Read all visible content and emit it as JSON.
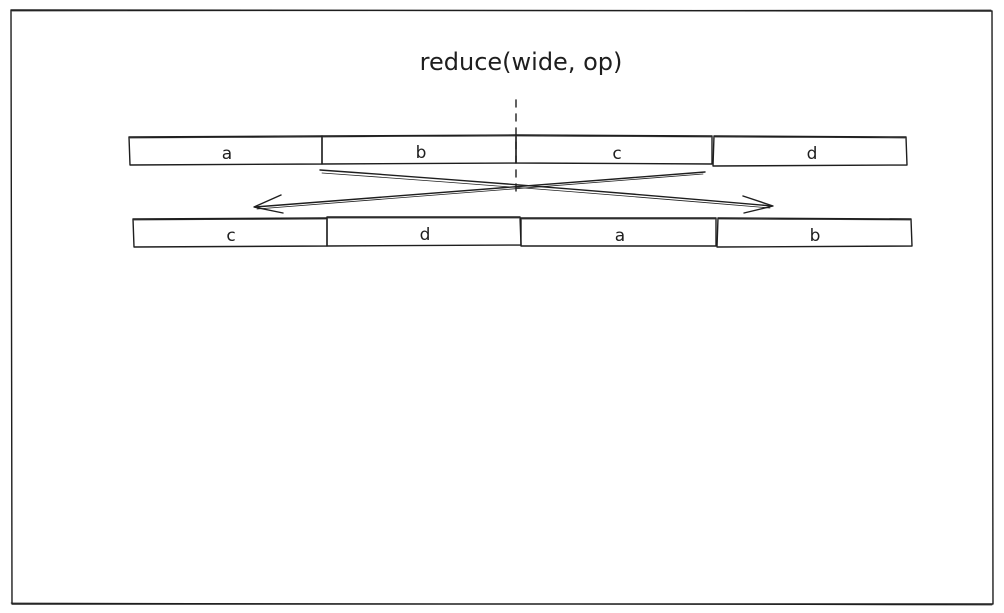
{
  "title": "reduce(wide, op)",
  "top_row": [
    "a",
    "b",
    "c",
    "d"
  ],
  "bottom_row": [
    "c",
    "d",
    "a",
    "b"
  ]
}
